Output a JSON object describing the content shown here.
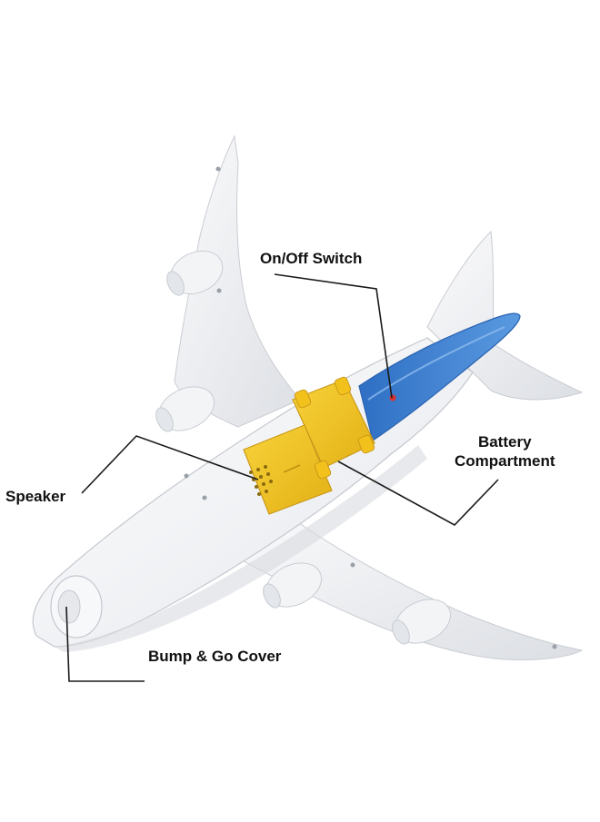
{
  "callouts": {
    "on_off_switch": "On/Off Switch",
    "battery_line1": "Battery",
    "battery_line2": "Compartment",
    "speaker": "Speaker",
    "bump_go_cover": "Bump & Go Cover"
  },
  "colors": {
    "body_white": "#f4f4f6",
    "body_shadow": "#d9dbe0",
    "nose_blue": "#3f84d6",
    "nose_blue_dark": "#2a62b0",
    "battery_yellow": "#f4c51a",
    "battery_yellow_dark": "#c9991a",
    "switch_red": "#d8322e",
    "leader_line": "#1a1a1a"
  },
  "icons": [
    "airplane-toy",
    "speaker-grille",
    "battery-cover",
    "on-off-switch",
    "bump-go-wheel-cover"
  ]
}
